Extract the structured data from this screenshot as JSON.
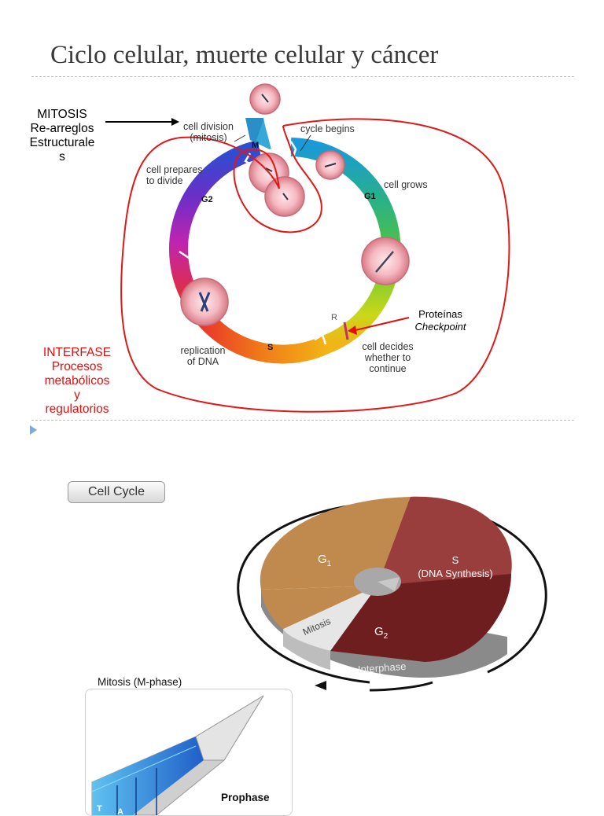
{
  "slide": {
    "title": "Ciclo celular, muerte celular y cáncer"
  },
  "top_diagram": {
    "mitosis_label": [
      "MITOSIS",
      "Re-arreglos",
      "Estructurale",
      "s"
    ],
    "interfase_label": [
      "INTERFASE",
      "Procesos",
      "metabólicos",
      "y",
      "regulatorios"
    ],
    "proteins_label": "Proteínas",
    "checkpoint_label": "Checkpoint",
    "annotations": {
      "cell_division": [
        "cell division",
        "(mitosis)"
      ],
      "cycle_begins": "cycle begins",
      "cell_prepares": [
        "cell prepares",
        "to divide"
      ],
      "cell_grows": "cell grows",
      "replication": [
        "replication",
        "of DNA"
      ],
      "cell_decides": [
        "cell decides",
        "whether to",
        "continue"
      ]
    },
    "phases": {
      "m": "M",
      "g1": "G1",
      "g2": "G2",
      "s": "S",
      "r": "R"
    },
    "colors": {
      "loop": "#e01818",
      "checkpoint_text": "#e01010"
    }
  },
  "bottom_diagram": {
    "button_label": "Cell Cycle",
    "pie_labels": {
      "g1": "G",
      "g1_sub": "1",
      "s": "S",
      "s_desc": "(DNA Synthesis)",
      "g2": "G",
      "g2_sub": "2",
      "mitosis": "Mitosis",
      "interphase": "Interphase"
    },
    "colors": {
      "g1": "#c08a4e",
      "s": "#9a3d3d",
      "g2": "#6e1e1e",
      "mitosis": "#e2e2e2"
    },
    "mitosis_box": {
      "title": "Mitosis (M-phase)",
      "prophase": "Prophase",
      "segments": [
        "T",
        "A"
      ]
    }
  }
}
